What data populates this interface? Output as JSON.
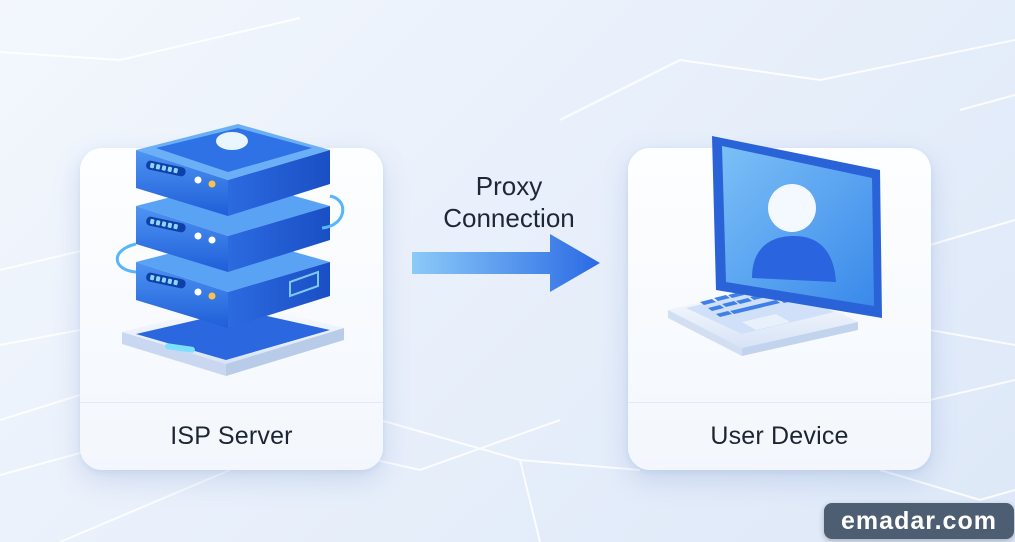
{
  "diagram": {
    "source": {
      "label": "ISP Server",
      "icon": "server-stack-icon"
    },
    "connection": {
      "line1": "Proxy",
      "line2": "Connection",
      "icon": "arrow-right-icon"
    },
    "target": {
      "label": "User Device",
      "icon": "laptop-user-icon"
    }
  },
  "watermark": {
    "text": "emadar.com"
  },
  "colors": {
    "accent": "#2f6fe6",
    "accent_light": "#5aa8f5",
    "card_bg": "#f8fbff",
    "text": "#1d2433",
    "watermark_bg": "#4d5d72"
  }
}
